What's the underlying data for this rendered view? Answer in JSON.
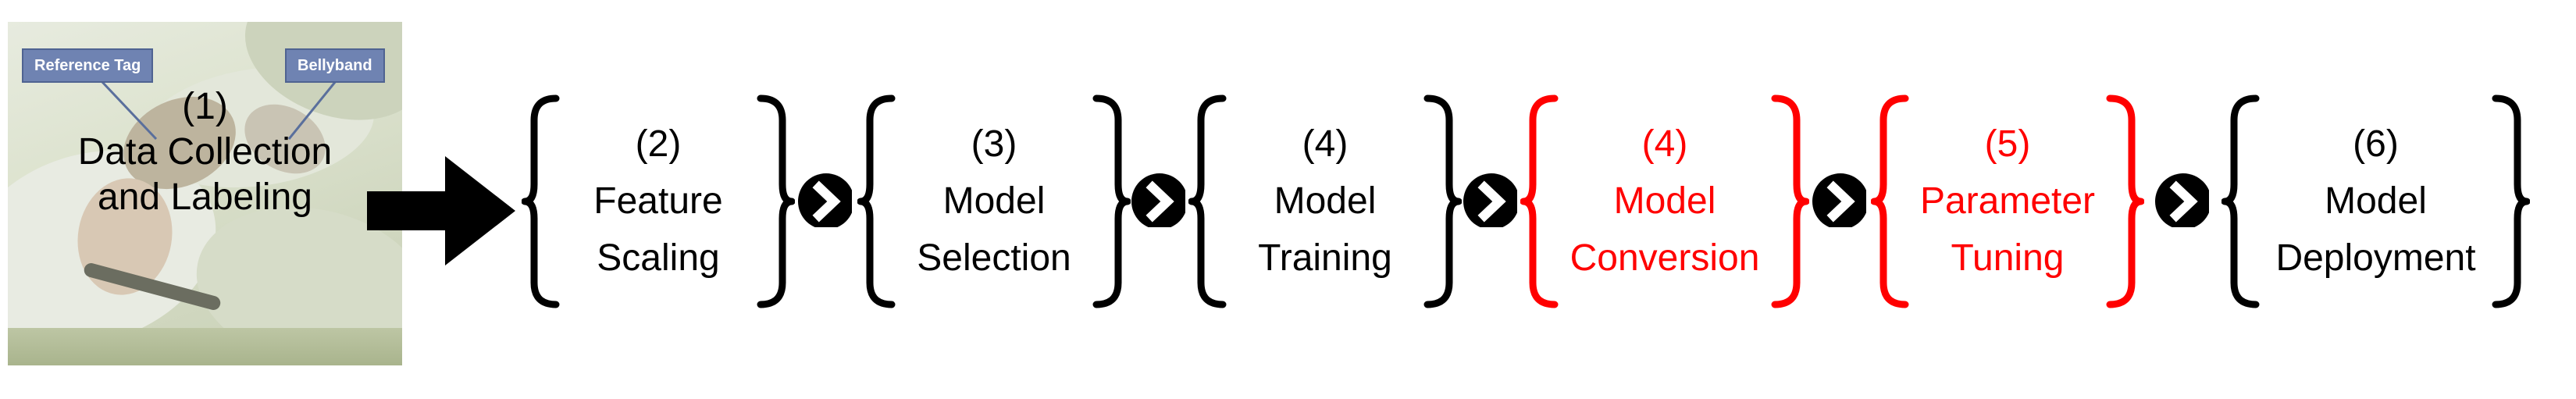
{
  "colors": {
    "default": "#000000",
    "highlight": "#ff0000",
    "tag_bg": "#6f83b2"
  },
  "step1": {
    "number": "(1)",
    "line1": "Data Collection",
    "line2": "and Labeling",
    "photo": {
      "tag_reference": "Reference Tag",
      "tag_bellyband": "Bellyband"
    }
  },
  "steps": [
    {
      "number": "(2)",
      "line1": "Feature",
      "line2": "Scaling",
      "highlight": false
    },
    {
      "number": "(3)",
      "line1": "Model",
      "line2": "Selection",
      "highlight": false
    },
    {
      "number": "(4)",
      "line1": "Model",
      "line2": "Training",
      "highlight": false
    },
    {
      "number": "(4)",
      "line1": "Model",
      "line2": "Conversion",
      "highlight": true
    },
    {
      "number": "(5)",
      "line1": "Parameter",
      "line2": "Tuning",
      "highlight": true
    },
    {
      "number": "(6)",
      "line1": "Model",
      "line2": "Deployment",
      "highlight": false
    }
  ],
  "connector_icon": "chevron-right-circle-icon",
  "flow_arrow_icon": "big-right-arrow-icon"
}
